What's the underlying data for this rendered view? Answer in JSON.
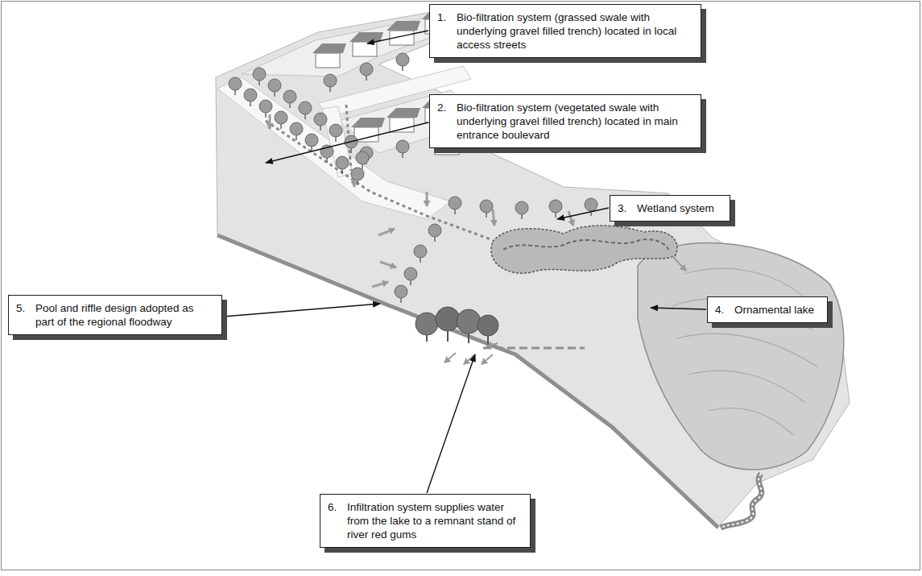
{
  "diagram": {
    "nodes": [
      {
        "text": [
          "1.",
          "Bio-filtration system (grassed swale with underlying gravel filled trench) located in local access streets"
        ]
      },
      {
        "text": [
          "2.",
          "Bio-filtration system (vegetated swale with underlying gravel filled trench) located in main entrance boulevard"
        ]
      },
      {
        "text": [
          "3.",
          "Wetland system"
        ]
      },
      {
        "text": [
          "4.",
          "Ornamental lake"
        ]
      },
      {
        "text": [
          "5.",
          "Pool and riffle design adopted as part of the regional floodway"
        ]
      },
      {
        "text": [
          "6.",
          "Infiltration system supplies water from the lake to a remnant stand of river red gums"
        ]
      }
    ]
  }
}
